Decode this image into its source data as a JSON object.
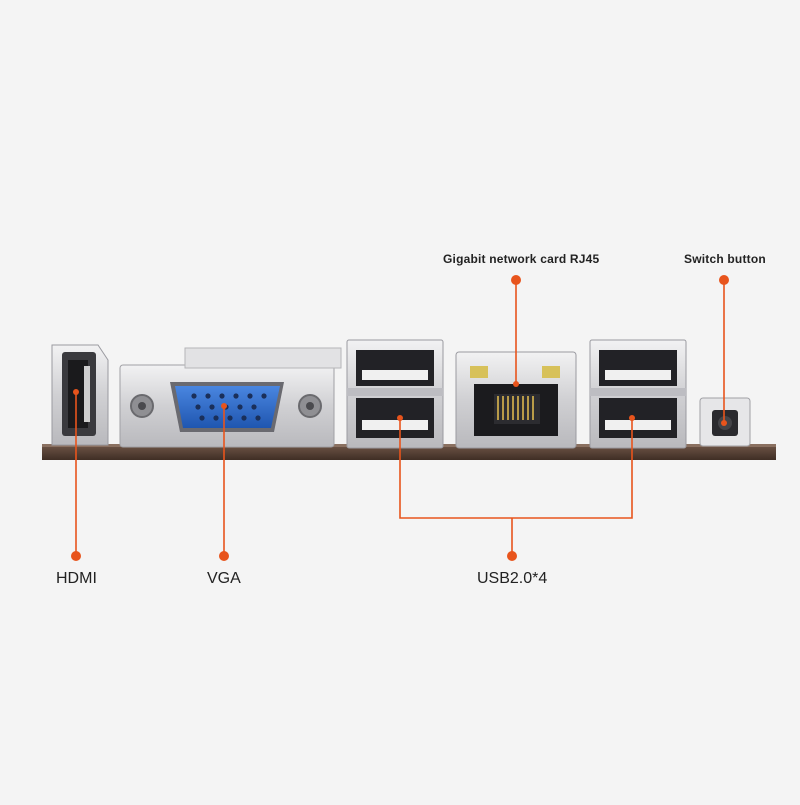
{
  "labels": {
    "rj45": "Gigabit network card RJ45",
    "switch": "Switch button",
    "hdmi": "HDMI",
    "vga": "VGA",
    "usb": "USB2.0*4"
  },
  "colors": {
    "background": "#f4f4f4",
    "accent": "#e8541c",
    "vga_blue": "#2e6fd0",
    "pcb": "#5a4438",
    "metal": "#d4d4d6"
  }
}
